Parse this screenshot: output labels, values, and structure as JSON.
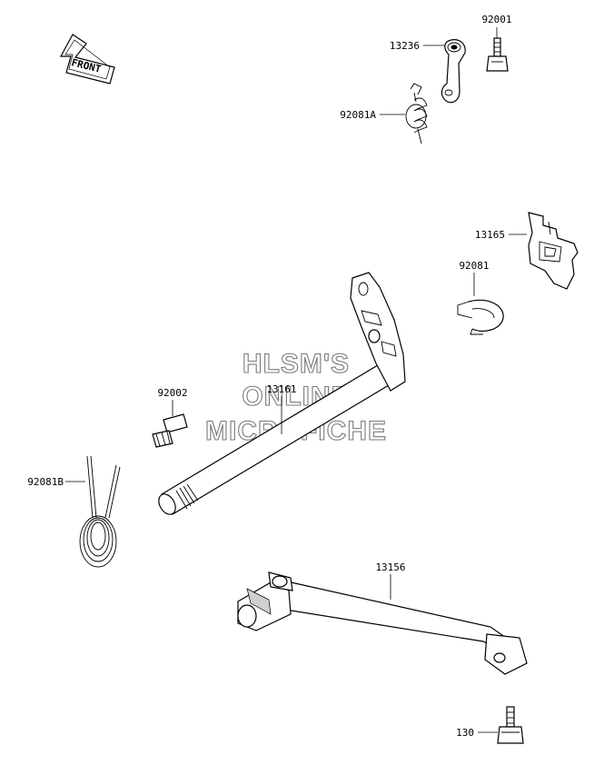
{
  "direction_badge": {
    "label": "FRONT"
  },
  "watermark": {
    "line1": "HLSM'S",
    "line2": "ONLINE",
    "line3": "MICROFICHE"
  },
  "parts": [
    {
      "id": "13236"
    },
    {
      "id": "92001"
    },
    {
      "id": "92081A"
    },
    {
      "id": "13165"
    },
    {
      "id": "92081"
    },
    {
      "id": "92002"
    },
    {
      "id": "13161"
    },
    {
      "id": "92081B"
    },
    {
      "id": "13156"
    },
    {
      "id": "130"
    }
  ]
}
